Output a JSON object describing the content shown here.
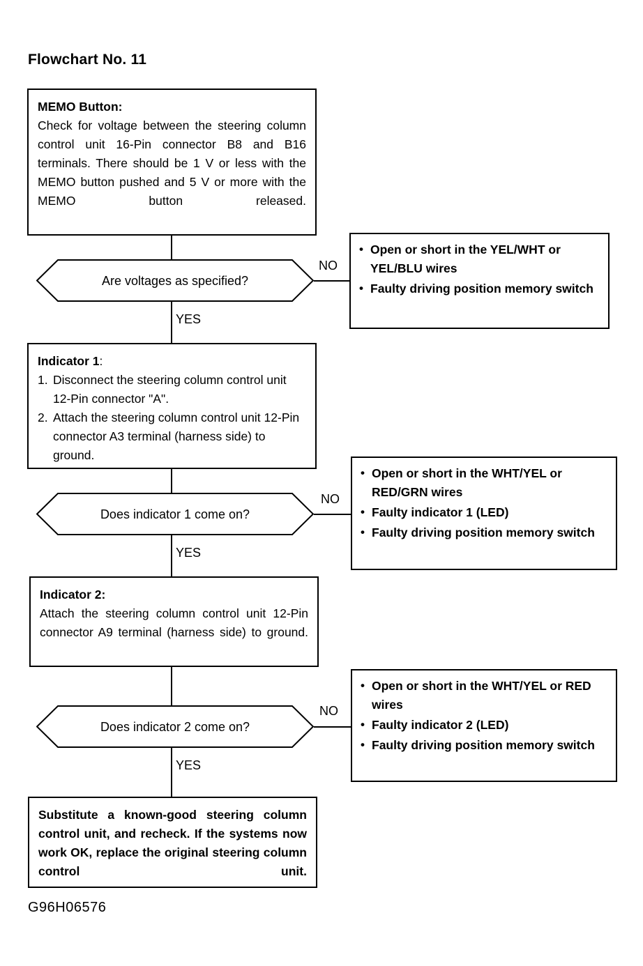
{
  "document": {
    "title": "Flowchart No. 11",
    "footer_code": "G96H06576"
  },
  "nodes": {
    "memo": {
      "heading": "MEMO Button:",
      "body": "Check for voltage between the steering column control unit 16-Pin connector B8 and B16 terminals. There should be 1 V or less with the MEMO button pushed and 5 V or more with the MEMO button released."
    },
    "decision1": {
      "question": "Are voltages as specified?",
      "no_label": "NO",
      "yes_label": "YES"
    },
    "result1": {
      "items": [
        "Open or short in the YEL/WHT or YEL/BLU wires",
        "Faulty driving position memory switch"
      ]
    },
    "indicator1": {
      "heading": "Indicator 1",
      "heading_suffix": ":",
      "steps": [
        {
          "num": "1.",
          "text": "Disconnect the steering column control unit 12-Pin connector \"A\"."
        },
        {
          "num": "2.",
          "text": "Attach the steering column control unit 12-Pin connector A3 terminal (harness side) to ground."
        }
      ]
    },
    "decision2": {
      "question": "Does indicator 1 come on?",
      "no_label": "NO",
      "yes_label": "YES"
    },
    "result2": {
      "items": [
        "Open or short in the WHT/YEL or RED/GRN wires",
        "Faulty indicator 1 (LED)",
        "Faulty driving position memory switch"
      ]
    },
    "indicator2": {
      "heading": "Indicator 2:",
      "body": "Attach the steering column control unit 12-Pin connector A9 terminal (harness side) to ground."
    },
    "decision3": {
      "question": "Does indicator 2 come on?",
      "no_label": "NO",
      "yes_label": "YES"
    },
    "result3": {
      "items": [
        "Open or short in the WHT/YEL or RED wires",
        "Faulty indicator 2 (LED)",
        "Faulty driving position memory switch"
      ]
    },
    "final": {
      "body": "Substitute a known-good steering column control unit, and recheck. If the systems now work OK, replace the original steering column control unit."
    }
  },
  "style": {
    "ink": "#000000",
    "paper": "#ffffff"
  }
}
